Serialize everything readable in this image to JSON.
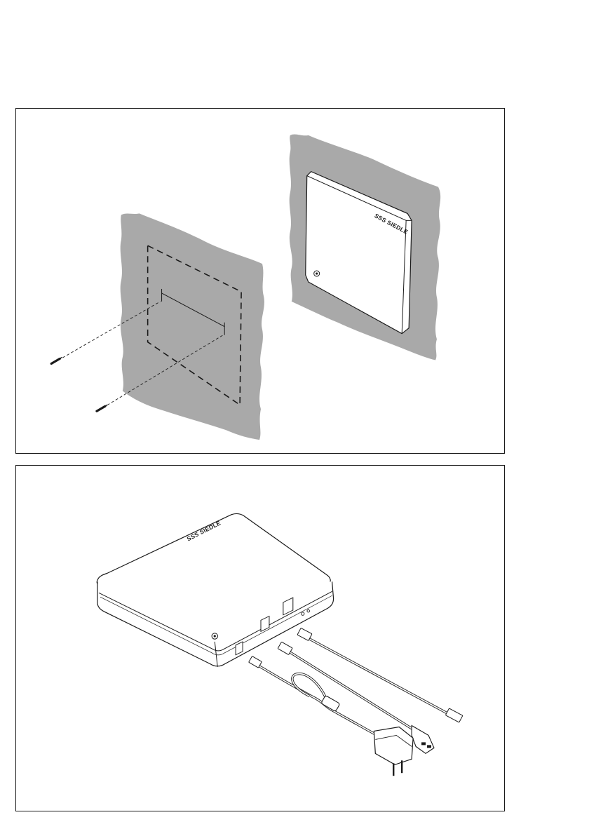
{
  "figures": [
    {
      "id": "wall-mounting",
      "device": {
        "brand_logo": "SSS SIEDLE"
      }
    },
    {
      "id": "connections",
      "device": {
        "brand_logo": "SSS SIEDLE"
      }
    }
  ],
  "colors": {
    "wall_fill": "#a9a9a9",
    "line": "#1a1a1a",
    "device_fill": "#ffffff"
  },
  "icons": [
    "screw-icon",
    "status-led-icon",
    "rj-jack-icon",
    "rj-plug-icon",
    "tae-plug-icon",
    "power-adapter-icon",
    "ferrite-core-icon"
  ]
}
